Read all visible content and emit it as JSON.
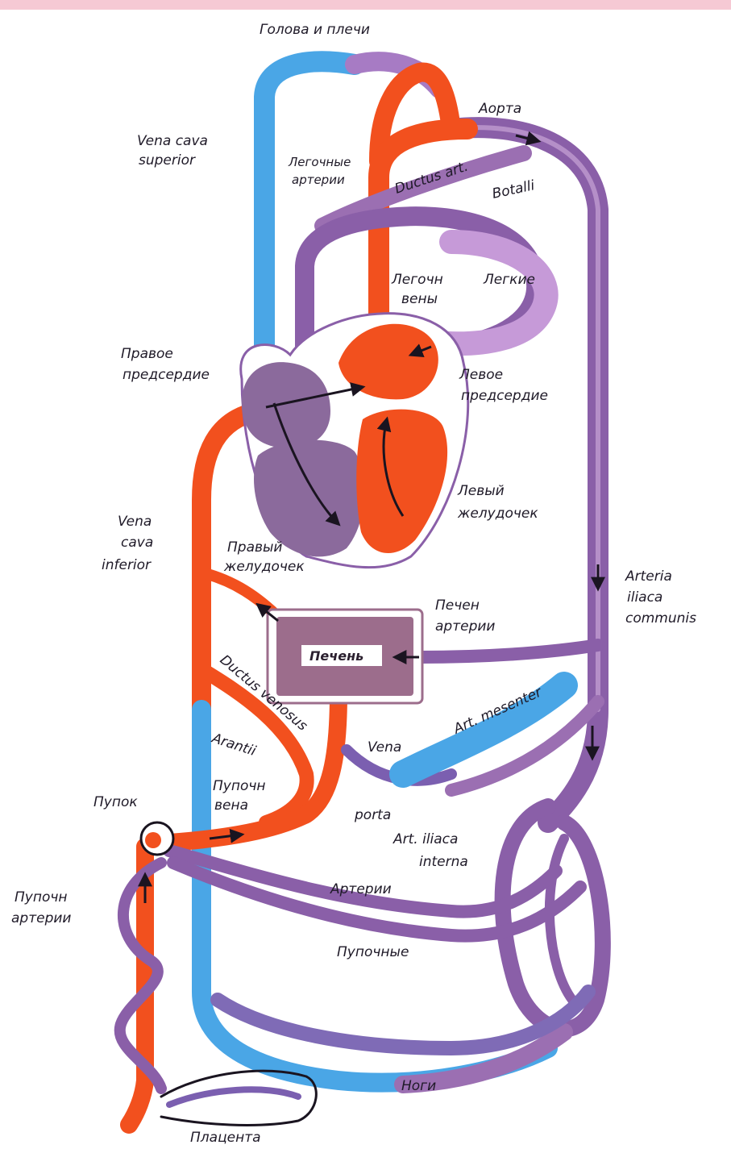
{
  "colors": {
    "arterial": "#f2501e",
    "venous": "#4aa6e6",
    "mixed": "#8a5fa8",
    "heart_right": "#8b6a9c",
    "liver": "#9c6d8c",
    "background": "#ffffff",
    "top_band": "#f6c9d4"
  },
  "labels": {
    "head_shoulders": "Голова и плечи",
    "aorta": "Аорта",
    "vena_cava_superior_1": "Vena cava",
    "vena_cava_superior_2": "superior",
    "pulmonary_arteries_1": "Легочные",
    "pulmonary_arteries_2": "артерии",
    "ductus_art": "Ductus art.",
    "botalli": "Botalli",
    "pulmonary_veins_1": "Легочн",
    "pulmonary_veins_2": "вены",
    "lungs": "Легкие",
    "right_atrium_1": "Правое",
    "right_atrium_2": "предсердие",
    "left_atrium_1": "Левое",
    "left_atrium_2": "предсердие",
    "left_ventricle_1": "Левый",
    "left_ventricle_2": "желудочек",
    "vena_cava_inferior_1": "Vena",
    "vena_cava_inferior_2": "cava",
    "vena_cava_inferior_3": "inferior",
    "right_ventricle_1": "Правый",
    "right_ventricle_2": "желудочек",
    "arteria_iliaca_1": "Arteria",
    "arteria_iliaca_2": "iliaca",
    "arteria_iliaca_3": "communis",
    "hepatic_artery_1": "Печен",
    "hepatic_artery_2": "артерии",
    "liver": "Печень",
    "ductus_venosus": "Ductus venosus",
    "arantii": "Arantii",
    "art_mesenter": "Art. mesenter",
    "vena": "Vena",
    "umbilical_vein_1": "Пупочн",
    "umbilical_vein_2": "вена",
    "navel": "Пупок",
    "porta": "porta",
    "art_iliaca_interna_1": "Art. iliaca",
    "art_iliaca_interna_2": "interna",
    "umbilical_arteries_1": "Пупочн",
    "umbilical_arteries_2": "артерии",
    "arteries": "Артерии",
    "umbilical": "Пупочные",
    "legs": "Ноги",
    "placenta": "Плацента"
  }
}
